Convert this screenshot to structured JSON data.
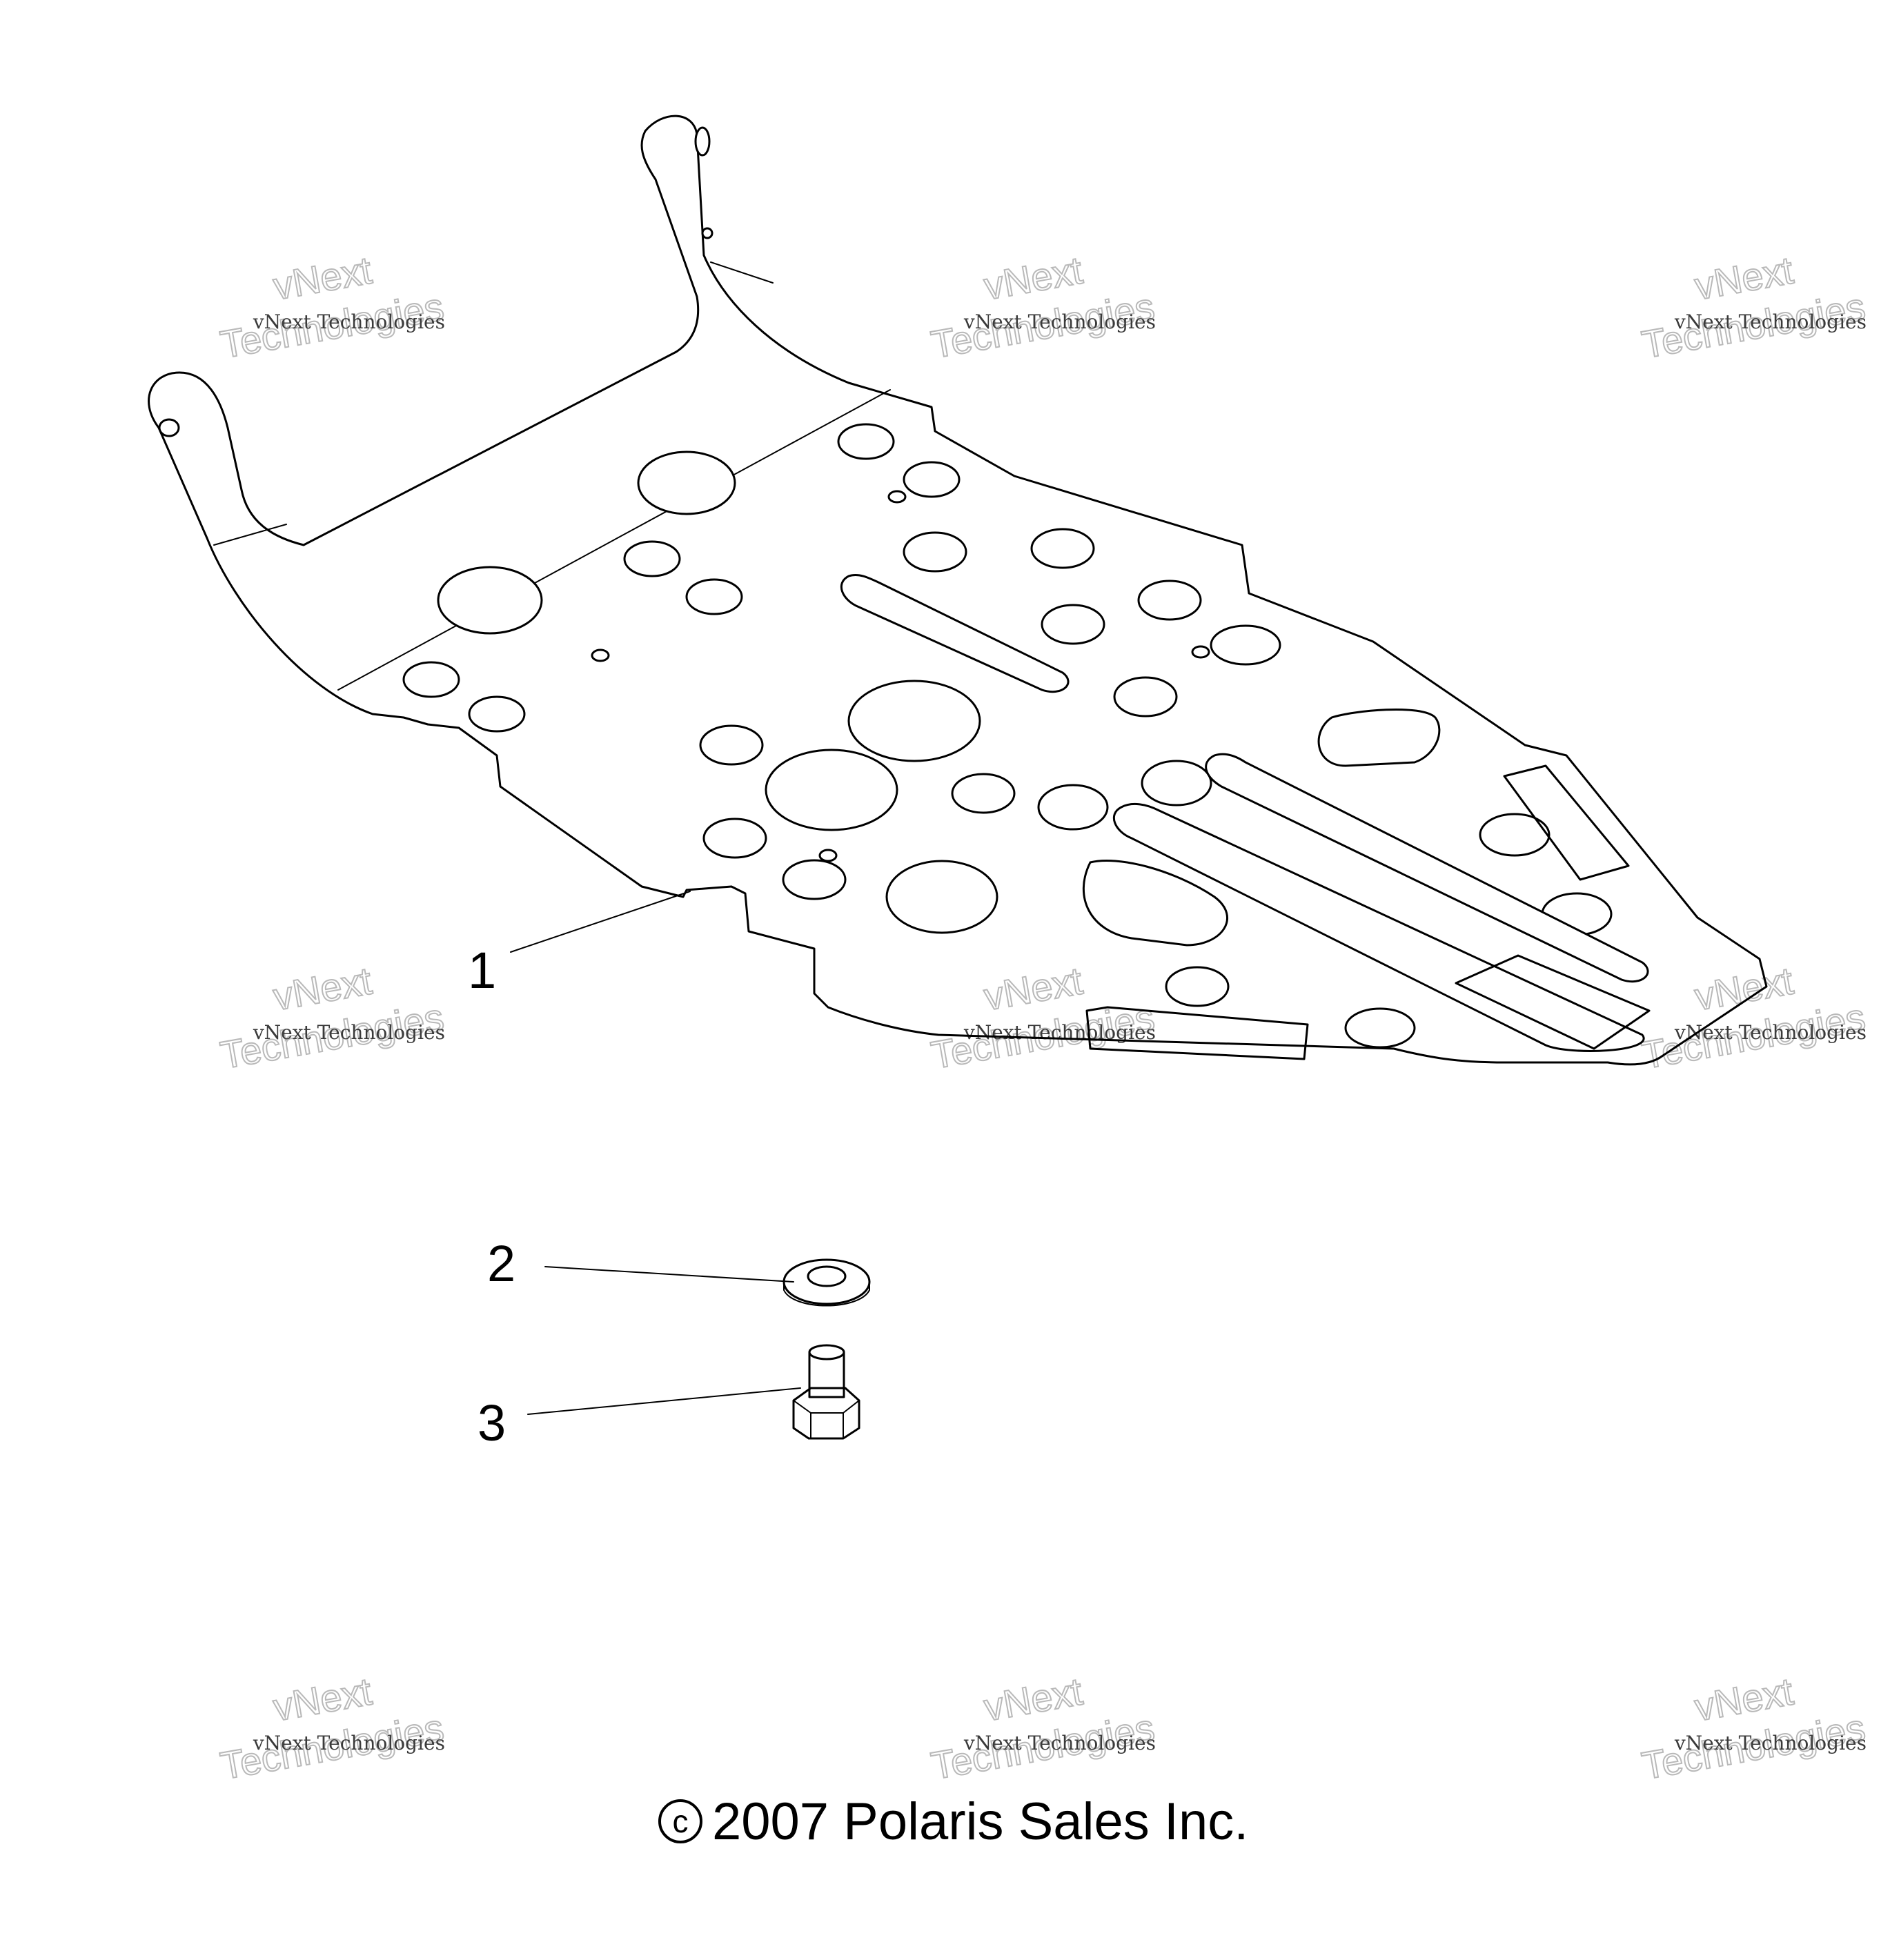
{
  "callouts": [
    {
      "number": "1",
      "part": "skid-plate"
    },
    {
      "number": "2",
      "part": "washer"
    },
    {
      "number": "3",
      "part": "bolt"
    }
  ],
  "copyright": {
    "symbol": "c",
    "text": "2007 Polaris Sales Inc."
  },
  "watermark": {
    "line_small": "vNext Technologies",
    "line_big_1": "vNext",
    "line_big_2": "Technologies"
  }
}
